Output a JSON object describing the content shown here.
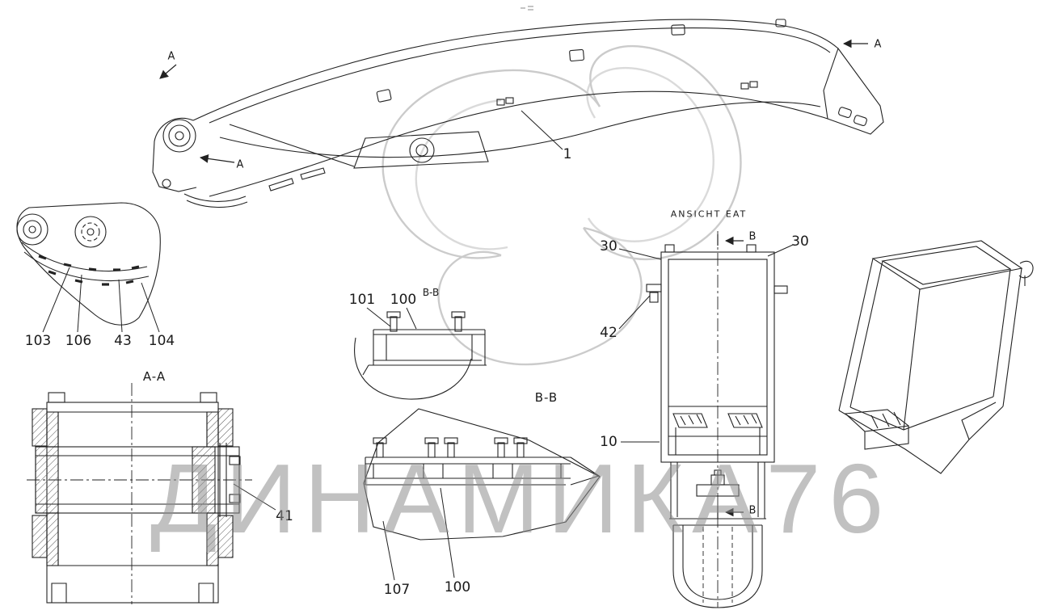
{
  "watermark": {
    "text": "ДИНАМИКА76"
  },
  "view_titles": {
    "section_aa": "A-A",
    "detail_bb_inline": "B-B",
    "section_bb": "B-B",
    "ansicht": "ANSICHT EAT"
  },
  "section_letters": {
    "a_top_left": "A",
    "a_mid_left": "A",
    "a_right": "A",
    "b_top": "B",
    "b_bottom": "B"
  },
  "callouts": {
    "boom": "1",
    "left_detail_103": "103",
    "left_detail_106": "106",
    "left_detail_43": "43",
    "left_detail_104": "104",
    "pin_41": "41",
    "bracket_101": "101",
    "bracket_100_top": "100",
    "plate_107": "107",
    "plate_100_bottom": "100",
    "box_30_left": "30",
    "box_30_right": "30",
    "box_42": "42",
    "box_10": "10"
  }
}
